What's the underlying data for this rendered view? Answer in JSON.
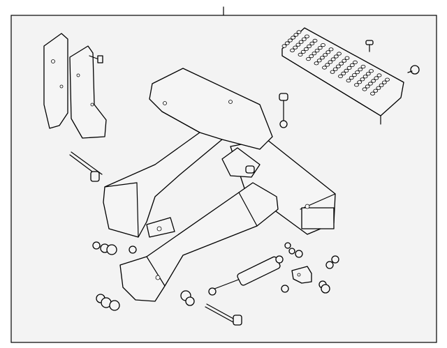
{
  "diagram": {
    "callout_label": ""
  },
  "colors": {
    "background": "#ffffff",
    "panel": "#f3f3f3",
    "line": "#000000",
    "part_fill": "#f5f5f5"
  },
  "parts": [
    "mounting-brackets",
    "step-plate",
    "hitch-receiver-tube",
    "receiver-crossbar",
    "swing-arm",
    "gas-strut",
    "hitch-pin",
    "bolts",
    "nuts-and-bushings",
    "small-bracket",
    "step-screws"
  ]
}
